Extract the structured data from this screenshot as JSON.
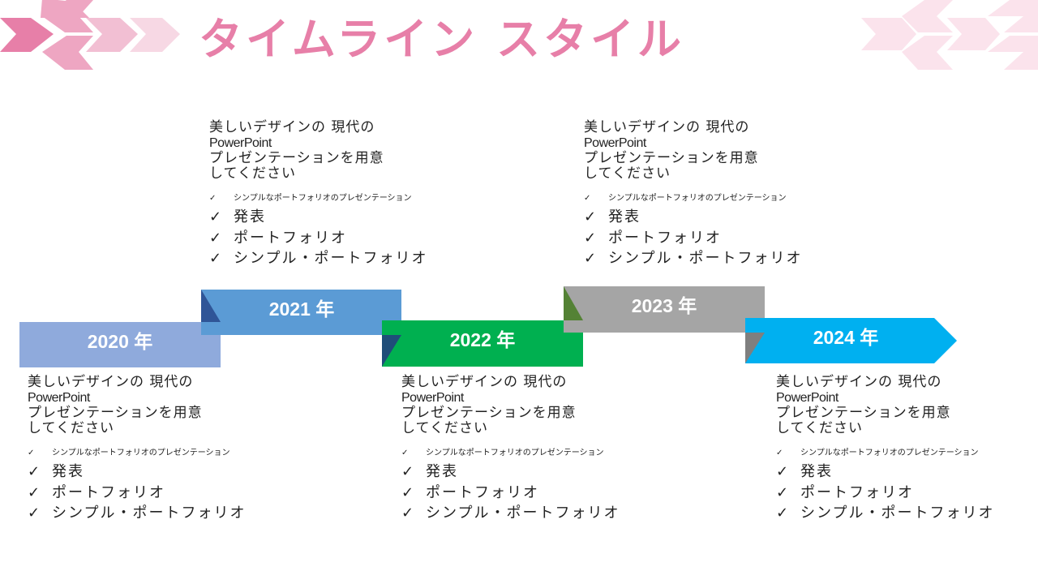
{
  "title": "タイムライン スタイル",
  "colors": {
    "accent": "#e77fa8",
    "y2020": "#8faadc",
    "y2021": "#5b9bd5",
    "y2022": "#00b050",
    "y2023": "#a5a5a5",
    "y2024": "#00b0f0"
  },
  "timeline": [
    {
      "year": "2020 年",
      "heading_1": "美しいデザインの 現代の",
      "heading_2": "PowerPoint",
      "heading_3": "プレゼンテーションを用意",
      "heading_4": "してください",
      "small_bullet": "シンプルなポートフォリオのプレゼンテーション",
      "bullets": [
        "発表",
        "ポートフォリオ",
        "シンプル・ポートフォリオ"
      ]
    },
    {
      "year": "2021 年",
      "heading_1": "美しいデザインの 現代の",
      "heading_2": "PowerPoint",
      "heading_3": "プレゼンテーションを用意",
      "heading_4": "してください",
      "small_bullet": "シンプルなポートフォリオのプレゼンテーション",
      "bullets": [
        "発表",
        "ポートフォリオ",
        "シンプル・ポートフォリオ"
      ]
    },
    {
      "year": "2022 年",
      "heading_1": "美しいデザインの 現代の",
      "heading_2": "PowerPoint",
      "heading_3": "プレゼンテーションを用意",
      "heading_4": "してください",
      "small_bullet": "シンプルなポートフォリオのプレゼンテーション",
      "bullets": [
        "発表",
        "ポートフォリオ",
        "シンプル・ポートフォリオ"
      ]
    },
    {
      "year": "2023 年",
      "heading_1": "美しいデザインの 現代の",
      "heading_2": "PowerPoint",
      "heading_3": "プレゼンテーションを用意",
      "heading_4": "してください",
      "small_bullet": "シンプルなポートフォリオのプレゼンテーション",
      "bullets": [
        "発表",
        "ポートフォリオ",
        "シンプル・ポートフォリオ"
      ]
    },
    {
      "year": "2024 年",
      "heading_1": "美しいデザインの 現代の",
      "heading_2": "PowerPoint",
      "heading_3": "プレゼンテーションを用意",
      "heading_4": "してください",
      "small_bullet": "シンプルなポートフォリオのプレゼンテーション",
      "bullets": [
        "発表",
        "ポートフォリオ",
        "シンプル・ポートフォリオ"
      ]
    }
  ]
}
